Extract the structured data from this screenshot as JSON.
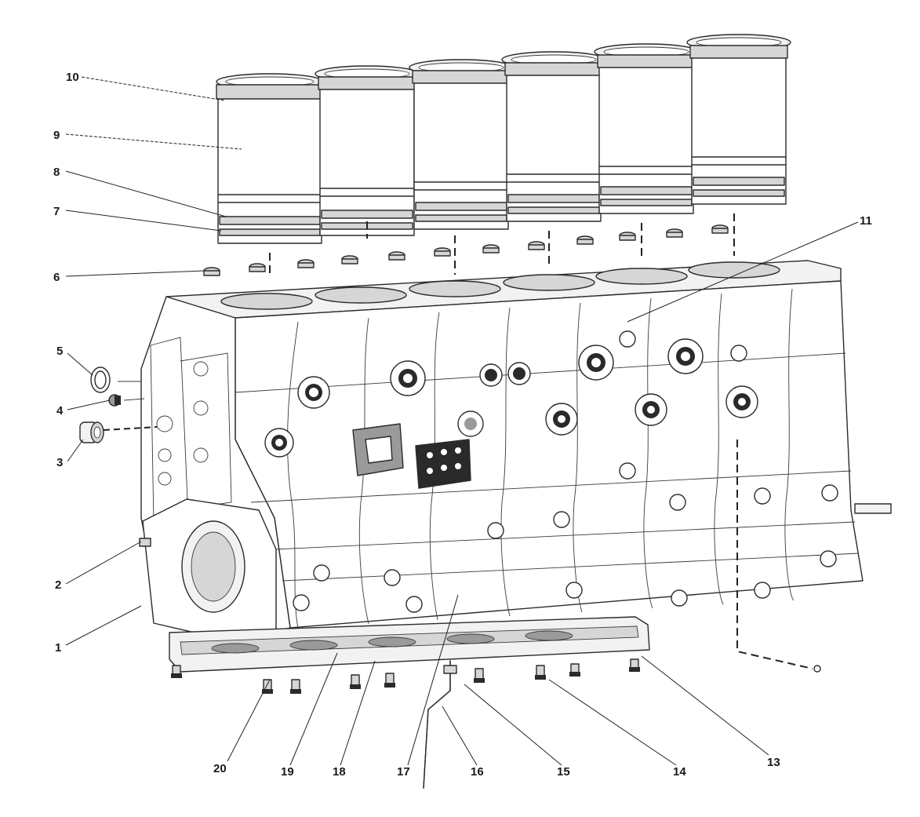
{
  "callouts": [
    {
      "id": "1",
      "label": "1"
    },
    {
      "id": "2",
      "label": "2"
    },
    {
      "id": "3",
      "label": "3"
    },
    {
      "id": "4",
      "label": "4"
    },
    {
      "id": "5",
      "label": "5"
    },
    {
      "id": "6",
      "label": "6"
    },
    {
      "id": "7",
      "label": "7"
    },
    {
      "id": "8",
      "label": "8"
    },
    {
      "id": "9",
      "label": "9"
    },
    {
      "id": "10",
      "label": "10"
    },
    {
      "id": "11",
      "label": "11"
    },
    {
      "id": "13",
      "label": "13"
    },
    {
      "id": "14",
      "label": "14"
    },
    {
      "id": "15",
      "label": "15"
    },
    {
      "id": "16",
      "label": "16"
    },
    {
      "id": "17",
      "label": "17"
    },
    {
      "id": "18",
      "label": "18"
    },
    {
      "id": "19",
      "label": "19"
    },
    {
      "id": "20",
      "label": "20"
    }
  ],
  "colors": {
    "line": "#2b2b2b",
    "background": "#ffffff",
    "shade": "#d6d6d6"
  }
}
